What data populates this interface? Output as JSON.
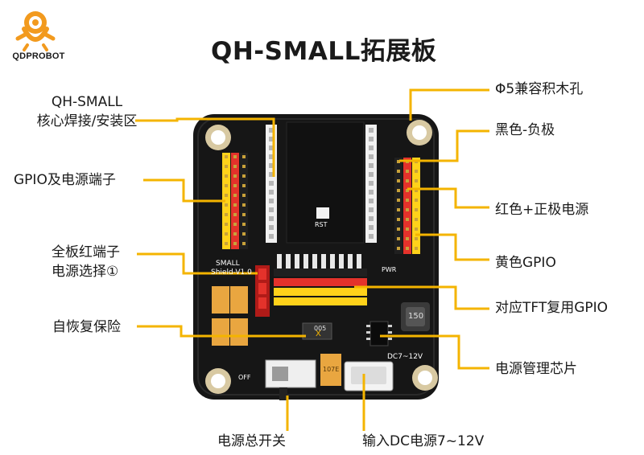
{
  "title": "QH-SMALL拓展板",
  "brand": "QDPROBOT",
  "colors": {
    "callout": "#f4b400",
    "pcb": "#161616",
    "header_yellow": "#ffd21a",
    "header_red": "#e4322b",
    "header_black": "#202020",
    "logo_orange": "#f29a1e"
  },
  "silkscreen": {
    "board_name": "SMALL",
    "board_version": "Shield-V1.0",
    "rst": "RST",
    "pwr": "PWR",
    "dc_label": "DC7~12V",
    "off": "OFF",
    "fuse_code": "005",
    "fuse_mark": "X",
    "inductor_code": "150",
    "cap_code": "107E"
  },
  "callouts": {
    "core_line1": "QH-SMALL",
    "core_line2": "核心焊接/安装区",
    "gpio_power": "GPIO及电源端子",
    "power_select_line1": "全板红端子",
    "power_select_line2": "电源选择①",
    "fuse": "自恢复保险",
    "main_switch": "电源总开关",
    "mount_hole": "Φ5兼容积木孔",
    "negative": "黑色-负极",
    "positive": "红色+正极电源",
    "yellow_gpio": "黄色GPIO",
    "tft_gpio": "对应TFT复用GPIO",
    "power_ic": "电源管理芯片",
    "dc_input": "输入DC电源7~12V"
  }
}
